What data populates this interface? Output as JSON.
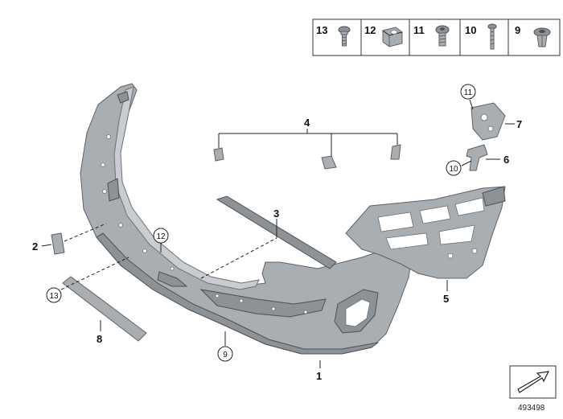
{
  "diagram": {
    "doc_number": "493498",
    "hardware_legend": [
      {
        "num": "13",
        "icon": "bolt-icon"
      },
      {
        "num": "12",
        "icon": "clip-nut-icon"
      },
      {
        "num": "11",
        "icon": "screw-icon"
      },
      {
        "num": "10",
        "icon": "long-screw-icon"
      },
      {
        "num": "9",
        "icon": "rivet-clip-icon"
      }
    ],
    "callouts": [
      {
        "num": "1"
      },
      {
        "num": "2"
      },
      {
        "num": "3"
      },
      {
        "num": "4"
      },
      {
        "num": "5"
      },
      {
        "num": "6"
      },
      {
        "num": "7"
      },
      {
        "num": "8"
      }
    ],
    "circled_callouts": [
      {
        "num": "9"
      },
      {
        "num": "10"
      },
      {
        "num": "11"
      },
      {
        "num": "12"
      },
      {
        "num": "13"
      }
    ],
    "nav_icon": "arrow-icon"
  }
}
